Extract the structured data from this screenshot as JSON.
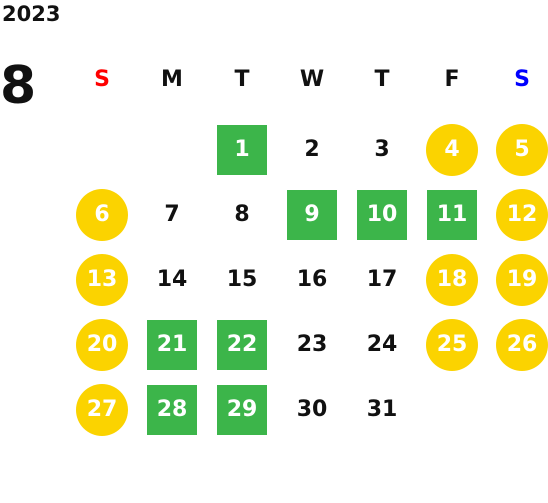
{
  "calendar": {
    "year": "2023",
    "month": "8",
    "weekdays": [
      {
        "label": "S",
        "color": "#ff0000"
      },
      {
        "label": "M",
        "color": "#111111"
      },
      {
        "label": "T",
        "color": "#111111"
      },
      {
        "label": "W",
        "color": "#111111"
      },
      {
        "label": "T",
        "color": "#111111"
      },
      {
        "label": "F",
        "color": "#111111"
      },
      {
        "label": "S",
        "color": "#0000ff"
      }
    ],
    "first_weekday_index": 2,
    "days": [
      {
        "day": "1",
        "style": "green"
      },
      {
        "day": "2",
        "style": "plain"
      },
      {
        "day": "3",
        "style": "plain"
      },
      {
        "day": "4",
        "style": "yellow"
      },
      {
        "day": "5",
        "style": "yellow"
      },
      {
        "day": "6",
        "style": "yellow"
      },
      {
        "day": "7",
        "style": "plain"
      },
      {
        "day": "8",
        "style": "plain"
      },
      {
        "day": "9",
        "style": "green"
      },
      {
        "day": "10",
        "style": "green"
      },
      {
        "day": "11",
        "style": "green"
      },
      {
        "day": "12",
        "style": "yellow"
      },
      {
        "day": "13",
        "style": "yellow"
      },
      {
        "day": "14",
        "style": "plain"
      },
      {
        "day": "15",
        "style": "plain"
      },
      {
        "day": "16",
        "style": "plain"
      },
      {
        "day": "17",
        "style": "plain"
      },
      {
        "day": "18",
        "style": "yellow"
      },
      {
        "day": "19",
        "style": "yellow"
      },
      {
        "day": "20",
        "style": "yellow"
      },
      {
        "day": "21",
        "style": "green"
      },
      {
        "day": "22",
        "style": "green"
      },
      {
        "day": "23",
        "style": "plain"
      },
      {
        "day": "24",
        "style": "plain"
      },
      {
        "day": "25",
        "style": "yellow"
      },
      {
        "day": "26",
        "style": "yellow"
      },
      {
        "day": "27",
        "style": "yellow"
      },
      {
        "day": "28",
        "style": "green"
      },
      {
        "day": "29",
        "style": "green"
      },
      {
        "day": "30",
        "style": "plain"
      },
      {
        "day": "31",
        "style": "plain"
      }
    ],
    "colors": {
      "green": "#3cb54a",
      "yellow": "#fbd300",
      "sunday": "#ff0000",
      "saturday": "#0000ff"
    }
  }
}
